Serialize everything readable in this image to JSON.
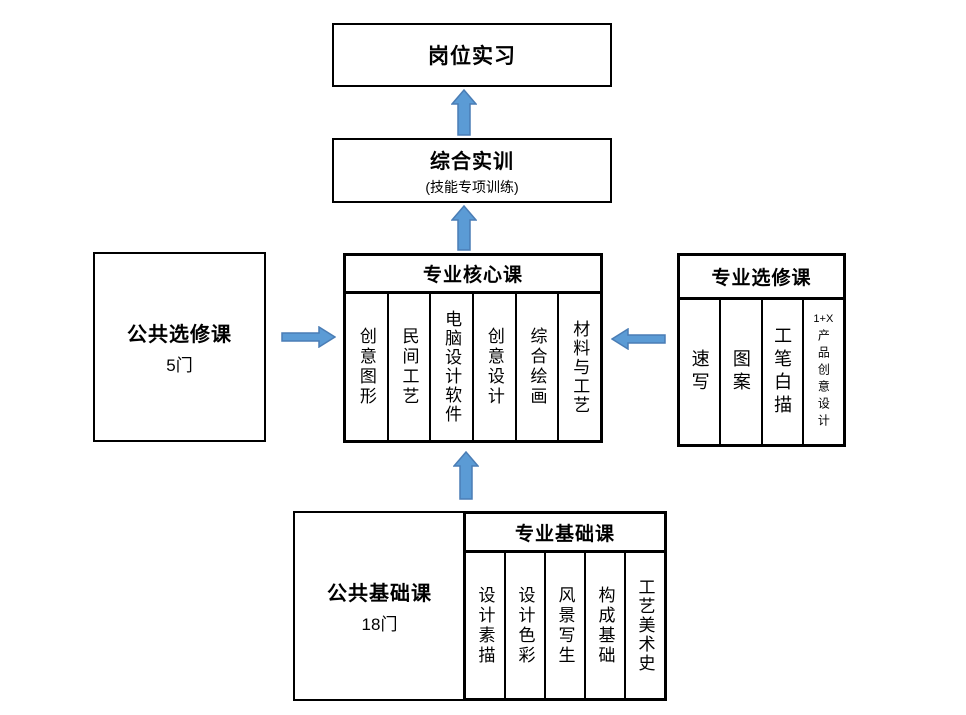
{
  "colors": {
    "arrow_fill": "#5B9BD5",
    "arrow_stroke": "#4A7DB5",
    "border": "#000000"
  },
  "internship": {
    "title": "岗位实习"
  },
  "training": {
    "title": "综合实训",
    "subtitle": "(技能专项训练)"
  },
  "core": {
    "title": "专业核心课",
    "courses": [
      "创意图形",
      "民间工艺",
      "电脑设计软件",
      "创意设计",
      "综合绘画",
      "材料与工艺"
    ]
  },
  "public_elective": {
    "title": "公共选修课",
    "count": "5门"
  },
  "pro_elective": {
    "title": "专业选修课",
    "courses": [
      "速写",
      "图案",
      "工笔白描"
    ],
    "special": {
      "prefix": "1+X",
      "name": "产品创意设计"
    }
  },
  "public_basic": {
    "title": "公共基础课",
    "count": "18门"
  },
  "pro_basic": {
    "title": "专业基础课",
    "courses": [
      "设计素描",
      "设计色彩",
      "风景写生",
      "构成基础",
      "工艺美术史"
    ]
  }
}
